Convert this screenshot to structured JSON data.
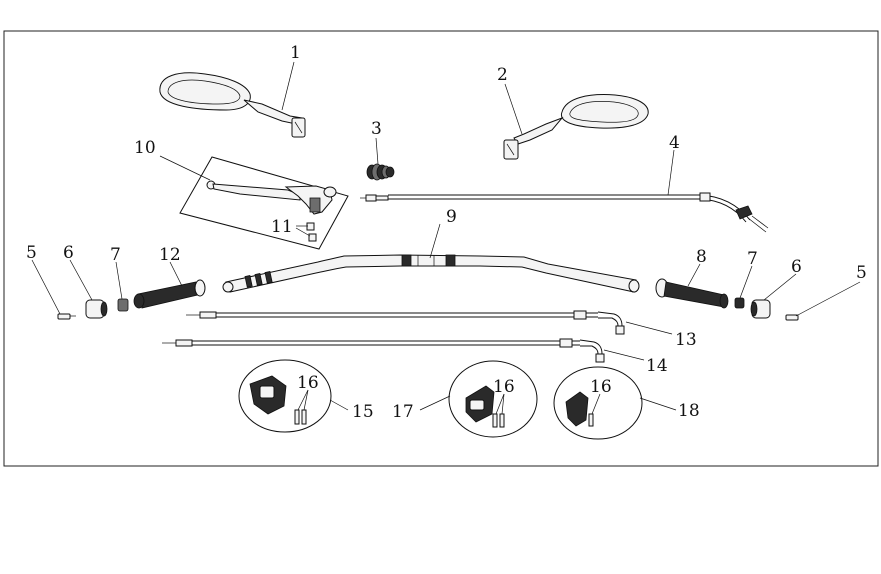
{
  "diagram": {
    "callouts": {
      "c1": "1",
      "c2": "2",
      "c3": "3",
      "c4": "4",
      "c5l": "5",
      "c5r": "5",
      "c6l": "6",
      "c6r": "6",
      "c7l": "7",
      "c7r": "7",
      "c8": "8",
      "c9": "9",
      "c10": "10",
      "c11": "11",
      "c12": "12",
      "c13": "13",
      "c14": "14",
      "c15": "15",
      "c16a": "16",
      "c16b": "16",
      "c16c": "16",
      "c17": "17",
      "c18": "18"
    }
  },
  "colors": {
    "line": "#111111",
    "background": "#ffffff",
    "grip": "#2a2a2a"
  }
}
